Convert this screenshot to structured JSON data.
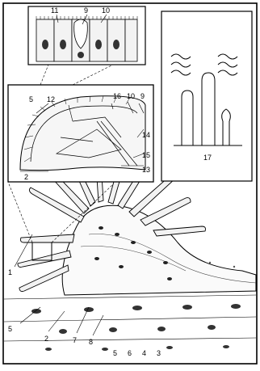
{
  "figure": {
    "main_labels": [
      "1",
      "2",
      "3",
      "4",
      "5",
      "5",
      "6",
      "7",
      "8"
    ],
    "inset_labels": [
      "2",
      "5",
      "9",
      "10",
      "12",
      "13",
      "14",
      "15",
      "16"
    ],
    "cell_inset_labels": [
      "9",
      "10",
      "11"
    ],
    "right_panel_label": "17"
  }
}
